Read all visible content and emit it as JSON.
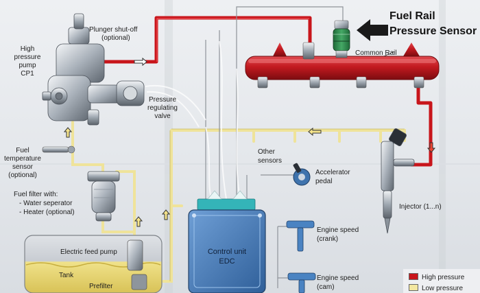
{
  "title_line1": "Fuel Rail",
  "title_line2": "Pressure Sensor",
  "labels": {
    "pump_line1": "High",
    "pump_line2": "pressure",
    "pump_line3": "pump",
    "pump_line4": "CP1",
    "plunger_line1": "Plunger shut-off",
    "plunger_line2": "(optional)",
    "prv_line1": "Pressure",
    "prv_line2": "regulating",
    "prv_line3": "valve",
    "common_rail": "Common Rail",
    "fuel_temp_line1": "Fuel",
    "fuel_temp_line2": "temperature",
    "fuel_temp_line3": "sensor",
    "fuel_temp_line4": "(optional)",
    "filter_line1": "Fuel filter with:",
    "filter_line2": "- Water seperator",
    "filter_line3": "- Heater (optional)",
    "other_sensors_line1": "Other",
    "other_sensors_line2": "sensors",
    "accelerator_line1": "Accelerator",
    "accelerator_line2": "pedal",
    "injector": "Injector (1...n)",
    "ecu_line1": "Control unit",
    "ecu_line2": "EDC",
    "crank_line1": "Engine speed",
    "crank_line2": "(crank)",
    "cam_line1": "Engine speed",
    "cam_line2": "(cam)",
    "electric_pump": "Electric feed pump",
    "tank": "Tank",
    "prefilter": "Prefilter"
  },
  "legend": {
    "high": "High pressure",
    "low": "Low pressure"
  },
  "colors": {
    "high_pressure": "#c8151b",
    "low_pressure": "#f3e7a0",
    "ecu": "#4f86c4",
    "sensor_green": "#2f8a4d"
  }
}
